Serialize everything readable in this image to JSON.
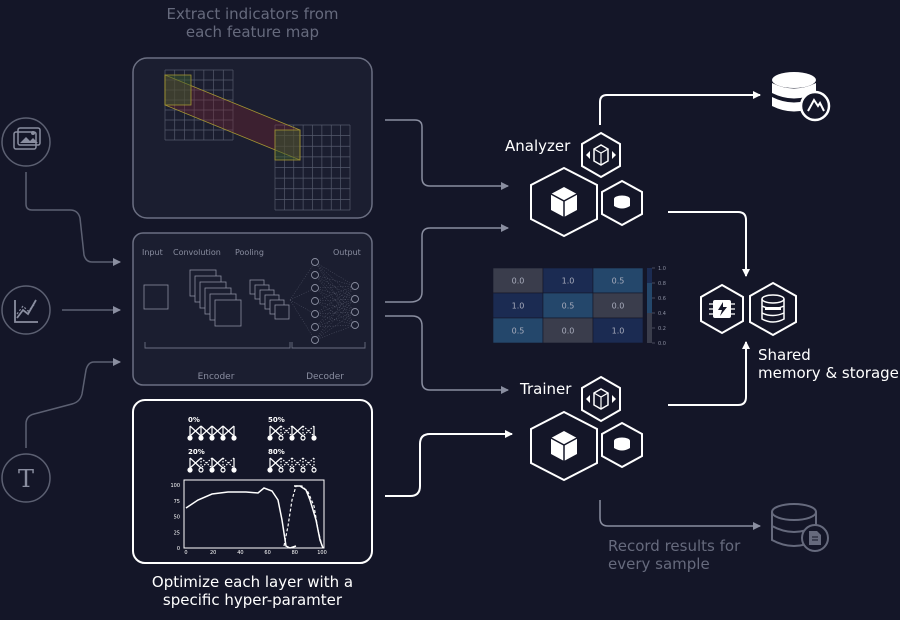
{
  "captions": {
    "top_line1": "Extract indicators from",
    "top_line2": "each feature map",
    "bottom_line1": "Optimize each layer with a",
    "bottom_line2": "specific hyper-paramter",
    "analyzer": "Analyzer",
    "trainer": "Trainer",
    "shared_line1": "Shared",
    "shared_line2": "memory & storage",
    "record_line1": "Record results for",
    "record_line2": "every sample"
  },
  "input_icons": [
    {
      "name": "image-icon"
    },
    {
      "name": "line-chart-icon"
    },
    {
      "name": "text-icon",
      "glyph": "T"
    }
  ],
  "network_panel": {
    "input": "Input",
    "convolution": "Convolution",
    "pooling": "Pooling",
    "output": "Output",
    "encoder": "Encoder",
    "decoder": "Decoder"
  },
  "dropout": {
    "labels": [
      "0%",
      "50%",
      "20%",
      "80%"
    ]
  },
  "plot": {
    "y_ticks": [
      "100",
      "75",
      "50",
      "25",
      "0"
    ],
    "x_ticks": [
      "0",
      "20",
      "40",
      "60",
      "80",
      "100"
    ]
  },
  "matrix": {
    "rows": [
      [
        "0.0",
        "1.0",
        "0.5"
      ],
      [
        "1.0",
        "0.5",
        "0.0"
      ],
      [
        "0.5",
        "0.0",
        "1.0"
      ]
    ],
    "scale_ticks": [
      "1.0",
      "0.8",
      "0.6",
      "0.4",
      "0.2",
      "0.0"
    ],
    "colors": {
      "low": "#3a3d4c",
      "mid": "#24476b",
      "high": "#1b2b52"
    }
  },
  "colors": {
    "background": "#141628",
    "bright": "#ffffff",
    "dim": "#666a7d"
  }
}
